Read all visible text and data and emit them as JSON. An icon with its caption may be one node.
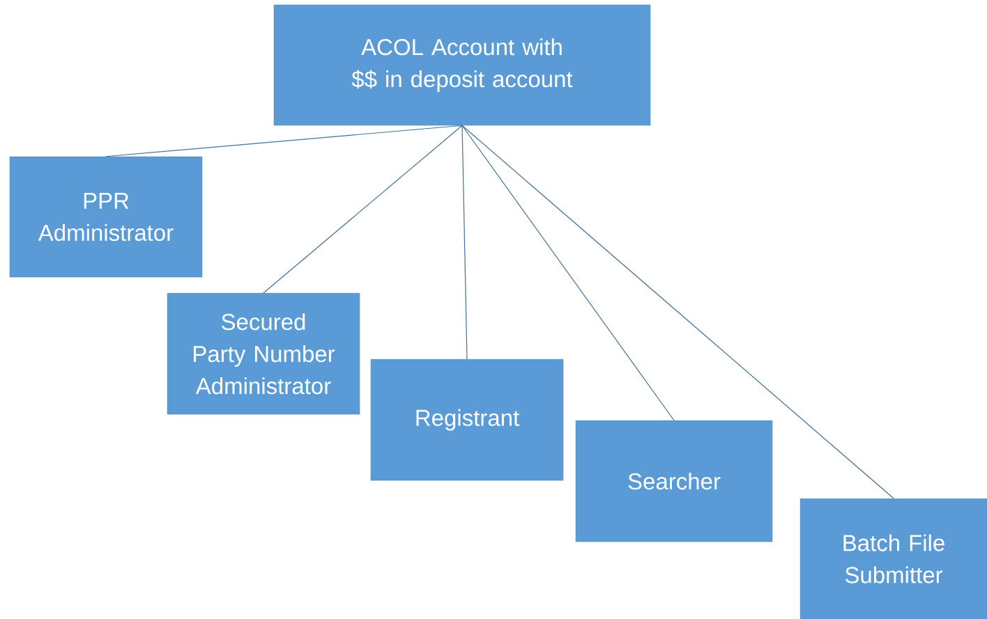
{
  "diagram": {
    "nodes": [
      {
        "text": [
          "ACOL Account with $$ in deposit account"
        ]
      },
      {
        "text": [
          "PPR Administrator"
        ]
      },
      {
        "text": [
          "Secured Party Number Administrator"
        ]
      },
      {
        "text": [
          "Registrant"
        ]
      },
      {
        "text": [
          "Searcher"
        ]
      },
      {
        "text": [
          "Batch File Submitter"
        ]
      }
    ],
    "edges": [
      {
        "from": 0,
        "to": 1,
        "arrow": "none"
      },
      {
        "from": 0,
        "to": 2,
        "arrow": "none"
      },
      {
        "from": 0,
        "to": 3,
        "arrow": "none"
      },
      {
        "from": 0,
        "to": 4,
        "arrow": "none"
      },
      {
        "from": 0,
        "to": 5,
        "arrow": "none"
      }
    ]
  }
}
